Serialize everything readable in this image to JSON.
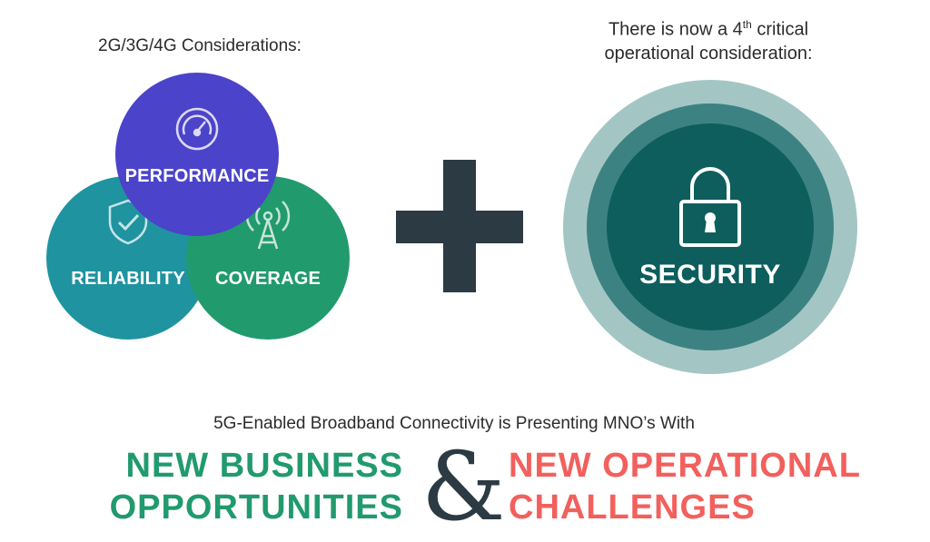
{
  "left_section": {
    "title": "2G/3G/4G Considerations:",
    "circles": {
      "performance": {
        "label": "PERFORMANCE",
        "icon": "speedometer-icon",
        "color": "#4b43c9"
      },
      "reliability": {
        "label": "RELIABILITY",
        "icon": "shield-check-icon",
        "color": "#1f93a0"
      },
      "coverage": {
        "label": "COVERAGE",
        "icon": "antenna-tower-icon",
        "color": "#219a6e"
      }
    }
  },
  "plus": {
    "icon": "plus-icon",
    "color": "#2c3a44"
  },
  "right_section": {
    "title_line1_pre": "There is now a 4",
    "title_sup": "th",
    "title_line1_post": " critical",
    "title_line2": "operational consideration:",
    "security": {
      "label": "SECURITY",
      "icon": "padlock-icon"
    },
    "ring_colors": [
      "#a3c6c5",
      "#3d8283",
      "#0e5e5e"
    ]
  },
  "bottom": {
    "subtitle": "5G-Enabled Broadband Connectivity is Presenting MNO’s With",
    "left_line1": "NEW BUSINESS",
    "left_line2": "OPPORTUNITIES",
    "ampersand": "&",
    "right_line1": "NEW OPERATIONAL",
    "right_line2": "CHALLENGES",
    "left_color": "#219a6e",
    "right_color": "#f2605d"
  }
}
